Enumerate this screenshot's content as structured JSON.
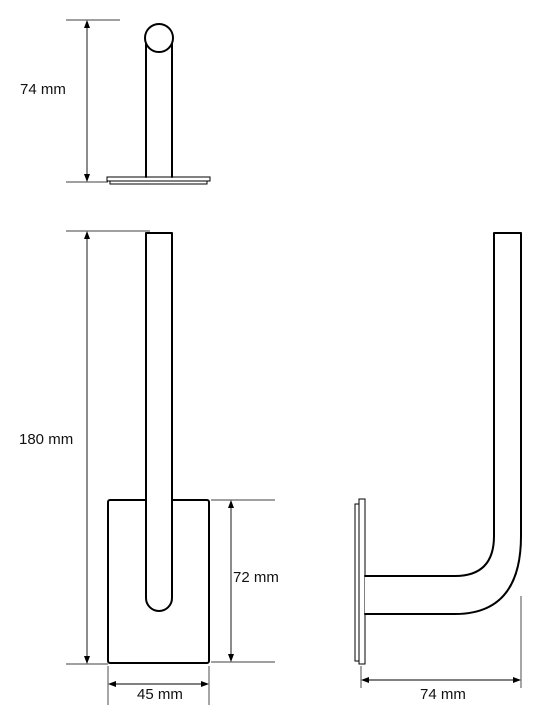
{
  "dimensions": {
    "top_view_height": "74 mm",
    "front_view_height": "180 mm",
    "plate_height": "72 mm",
    "plate_width": "45 mm",
    "side_view_depth": "74 mm"
  },
  "colors": {
    "line": "#000000",
    "background": "#ffffff"
  }
}
